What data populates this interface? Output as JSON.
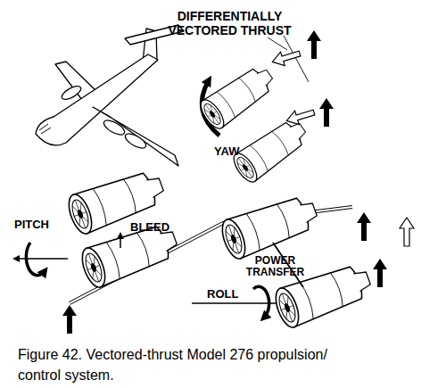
{
  "diagram": {
    "caption": "Figure 42. Vectored-thrust Model 276 propulsion/ control system.",
    "labels": [
      "DIFFERENTIALLY VECTORED THRUST",
      "YAW",
      "PITCH",
      "BLEED",
      "POWER TRANSFER",
      "ROLL"
    ]
  }
}
